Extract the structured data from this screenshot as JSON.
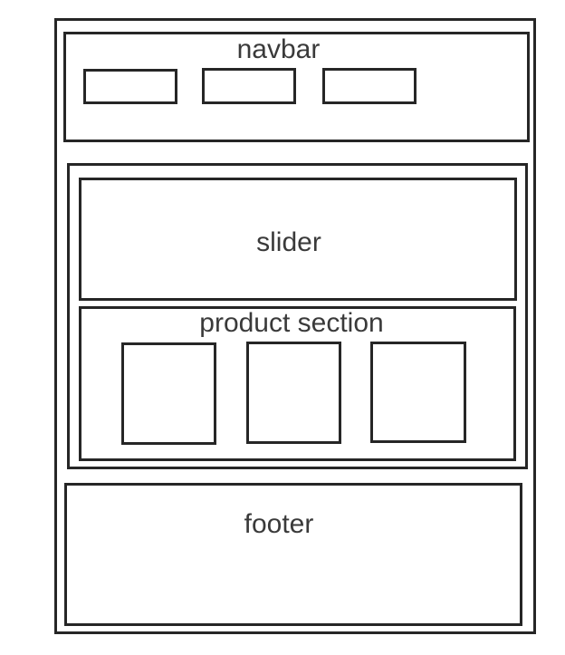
{
  "diagram": {
    "navbar": {
      "label": "navbar",
      "buttons": [
        "",
        "",
        ""
      ]
    },
    "slider": {
      "label": "slider"
    },
    "product_section": {
      "label": "product section",
      "products": [
        "",
        "",
        ""
      ]
    },
    "footer": {
      "label": "footer"
    }
  },
  "colors": {
    "stroke": "#262626",
    "text": "#3a3a3a",
    "background": "#ffffff"
  }
}
